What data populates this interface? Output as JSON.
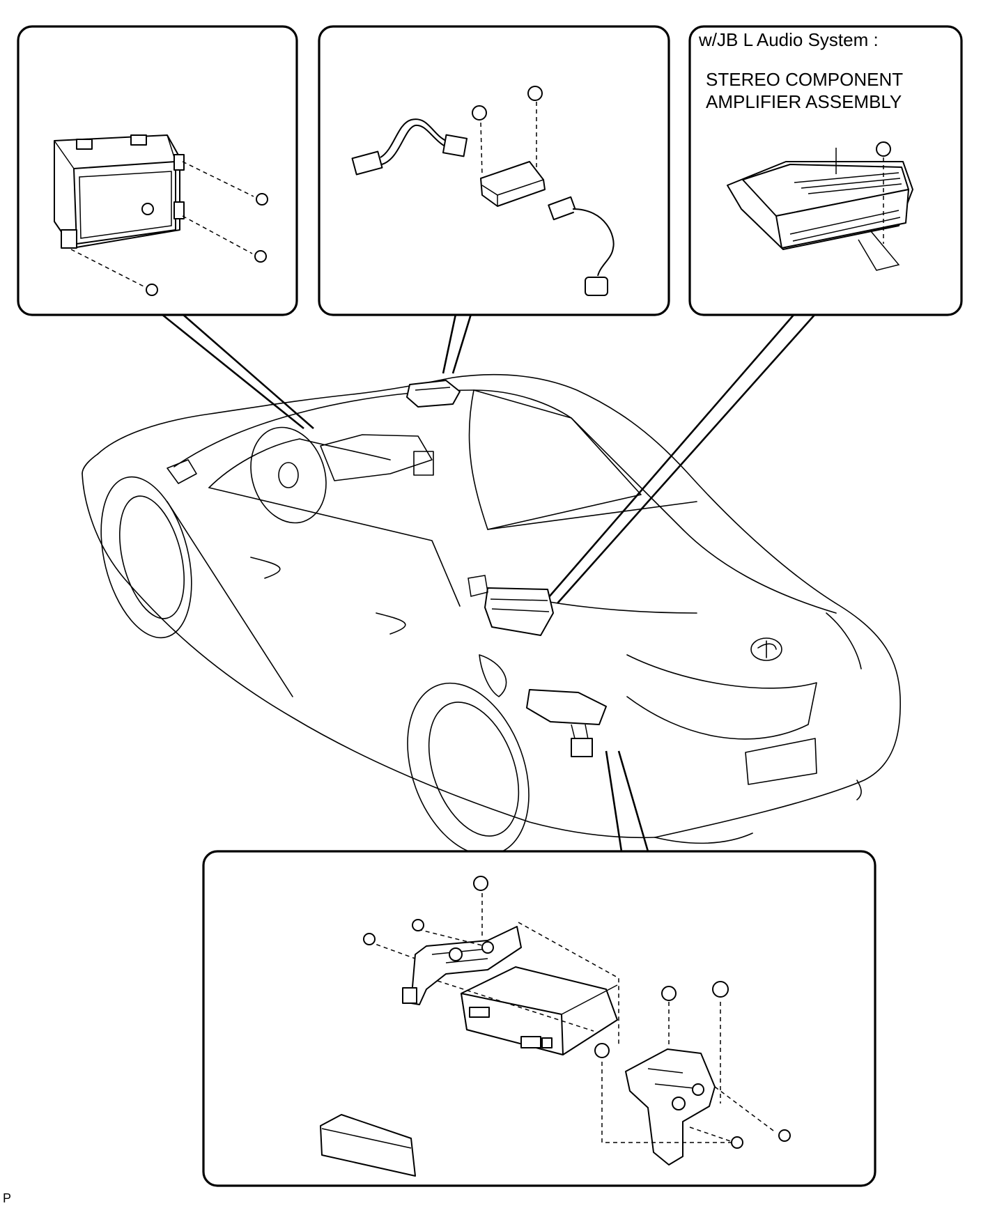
{
  "variant_panel": {
    "condition": "w/JB L Audio System  :",
    "component_line1": "STEREO COMPONENT",
    "component_line2": "AMPLIFIER ASSEMBLY"
  },
  "footer": {
    "figure_code": "P"
  },
  "colors": {
    "line": "#000000",
    "background": "#ffffff"
  }
}
